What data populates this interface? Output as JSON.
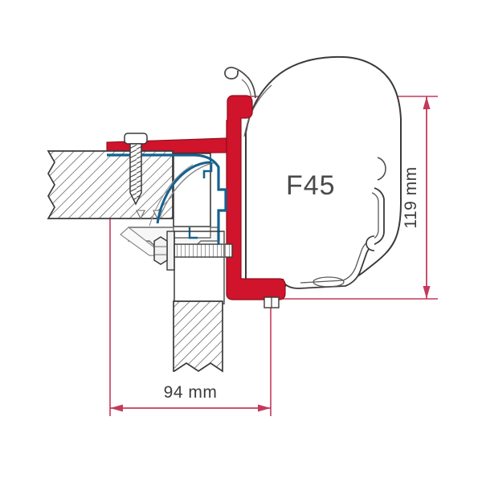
{
  "diagram": {
    "title": "Fiamma F45 Awning Adapter Mounting Cross-Section",
    "product_label": "F45",
    "dimensions": {
      "width": {
        "label": "94 mm",
        "value": 94,
        "unit": "mm",
        "orientation": "horizontal"
      },
      "height": {
        "label": "119 mm",
        "value": 119,
        "unit": "mm",
        "orientation": "vertical"
      }
    },
    "colors": {
      "adapter_red": "#cf142b",
      "adapter_red_dark": "#a9101f",
      "seal_blue": "#15628f",
      "dimension_line": "#c43a5c",
      "outline": "#3a3a3a",
      "hatch": "#4a4a4a",
      "metal_fill": "#f2f2f2",
      "background": "#ffffff"
    },
    "parts": [
      {
        "name": "wall-section",
        "description": "Hatched horizontal wall panel with break lines"
      },
      {
        "name": "adapter-bracket",
        "description": "Red F45 wall adapter profile"
      },
      {
        "name": "seal-profile",
        "description": "Blue sealing / gasket profile"
      },
      {
        "name": "mounting-screw",
        "description": "Vertical fixing screw through adapter strip"
      },
      {
        "name": "hex-bolt",
        "description": "Horizontal hex bolt with threaded shank"
      },
      {
        "name": "support-column",
        "description": "Hatched vertical support column"
      },
      {
        "name": "awning-case",
        "description": "F45 awning case outline"
      },
      {
        "name": "lead-rail",
        "description": "Awning lead rail / valance profile"
      },
      {
        "name": "top-hook",
        "description": "Awning top hook detail"
      }
    ]
  }
}
